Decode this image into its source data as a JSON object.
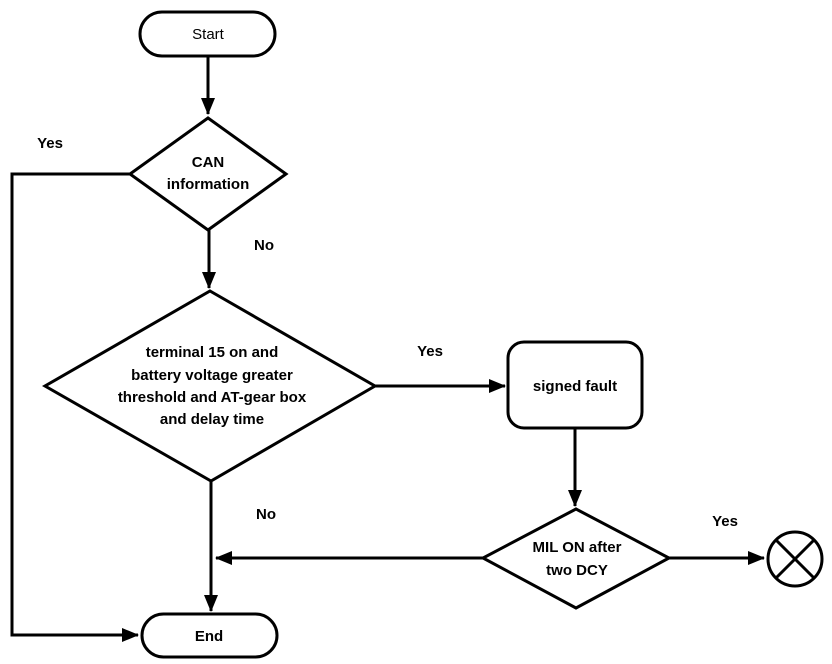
{
  "colors": {
    "line": "#000000",
    "shape_fill": "#ffffff",
    "text": "#000000",
    "background": "#ffffff"
  },
  "nodes": {
    "start": {
      "type": "terminator",
      "label": "Start"
    },
    "can": {
      "type": "decision",
      "line1": "CAN",
      "line2": "information"
    },
    "cond": {
      "type": "decision",
      "line1": "terminal 15 on and",
      "line2": "battery voltage greater",
      "line3": "threshold and AT-gear box",
      "line4": "and delay time"
    },
    "fault": {
      "type": "process",
      "label": "signed fault"
    },
    "mil": {
      "type": "decision",
      "line1": "MIL ON after",
      "line2": "two DCY"
    },
    "end": {
      "type": "terminator",
      "label": "End"
    },
    "lamp": {
      "type": "crossed-circle"
    }
  },
  "edge_labels": {
    "can_yes": "Yes",
    "can_no": "No",
    "cond_yes": "Yes",
    "cond_no": "No",
    "mil_yes": "Yes"
  }
}
